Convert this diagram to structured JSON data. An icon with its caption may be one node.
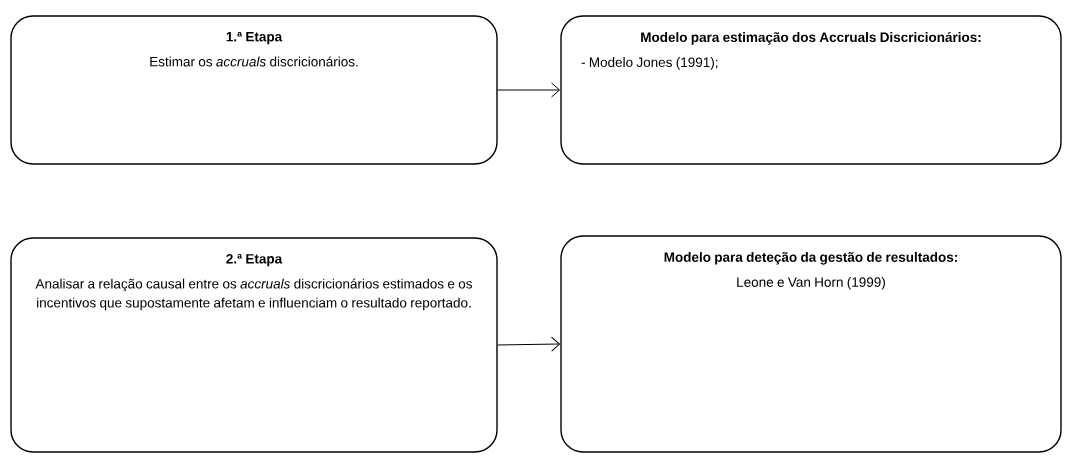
{
  "diagram": {
    "nodes": [
      {
        "text": [
          "1.ª Etapa",
          "Estimar os *accruals* discricionários."
        ]
      },
      {
        "text": [
          "Modelo para estimação dos Accruals Discricionários:",
          "- Modelo Jones (1991);"
        ]
      },
      {
        "text": [
          "2.ª Etapa",
          "Analisar a relação causal entre os *accruals* discricionários estimados e os incentivos que supostamente afetam e influenciam o resultado reportado."
        ]
      },
      {
        "text": [
          "Modelo para deteção da gestão de resultados:",
          "Leone e Van Horn (1999)"
        ]
      }
    ],
    "edges": [
      {
        "from": 0,
        "to": 1,
        "arrow": "to"
      },
      {
        "from": 2,
        "to": 3,
        "arrow": "to"
      }
    ]
  }
}
